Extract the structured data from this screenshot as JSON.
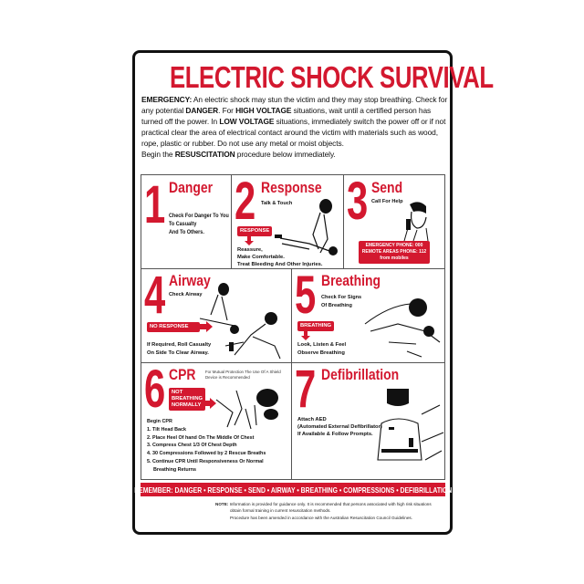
{
  "title": "ELECTRIC SHOCK SURVIVAL",
  "intro": {
    "parts": [
      {
        "text": "EMERGENCY:",
        "bold": true
      },
      {
        "text": " An electric shock may stun the victim and they may stop breathing. Check for any potential ",
        "bold": false
      },
      {
        "text": "DANGER",
        "bold": true
      },
      {
        "text": ". For ",
        "bold": false
      },
      {
        "text": "HIGH VOLTAGE",
        "bold": true
      },
      {
        "text": " situations, wait until a certified person has turned off the power. In ",
        "bold": false
      },
      {
        "text": "LOW VOLTAGE",
        "bold": true
      },
      {
        "text": " situations, immediately switch the power off or if not practical clear the area of electrical contact around the victim with materials such as wood, rope, plastic or rubber. Do not use any metal or moist objects.",
        "bold": false
      },
      {
        "text": "Begin the ",
        "bold": false,
        "newline": true
      },
      {
        "text": "RESUSCITATION",
        "bold": true
      },
      {
        "text": " procedure below immediately.",
        "bold": false
      }
    ]
  },
  "steps": {
    "s1": {
      "num": "1",
      "title": "Danger",
      "lines": [
        "Check For Danger To You",
        "To Casualty",
        "And To Others."
      ]
    },
    "s2": {
      "num": "2",
      "title": "Response",
      "sub": "Talk & Touch",
      "tag": "RESPONSE",
      "lines": [
        "Reassure,",
        "Make Comfortable.",
        "Treat Bleeding And Other Injuries."
      ]
    },
    "s3": {
      "num": "3",
      "title": "Send",
      "sub": "Call For Help",
      "phone": [
        "EMERGENCY PHONE: 000",
        "REMOTE AREAS PHONE: 112",
        "from mobiles"
      ]
    },
    "s4": {
      "num": "4",
      "title": "Airway",
      "sub": "Check Airway",
      "tag": "NO RESPONSE",
      "lines": [
        "If Required, Roll Casualty",
        "On Side To Clear Airway."
      ]
    },
    "s5": {
      "num": "5",
      "title": "Breathing",
      "sub": [
        "Check For Signs",
        "Of Breathing"
      ],
      "tag": "BREATHING",
      "lines": [
        "Look, Listen & Feel",
        "Observe Breathing"
      ]
    },
    "s6": {
      "num": "6",
      "title": "CPR",
      "shield": [
        "For Mutual Protection The Use Of A Shield",
        "Device is Recommended"
      ],
      "tag": [
        "NOT",
        "BREATHING",
        "NORMALLY"
      ],
      "begin": "Begin CPR",
      "lines": [
        "1. Tilt Head Back",
        "2. Place Heel Of hand On The Middle Of Chest",
        "3. Compress Chest 1/3 Of Chest Depth",
        "4. 30 Compressions Followed by 2 Rescue Breaths",
        "5. Continue CPR Until Responsiveness Or Normal",
        "Breathing Returns"
      ]
    },
    "s7": {
      "num": "7",
      "title": "Defibrillation",
      "lines": [
        "Attach AED",
        "(Automated External Defibrillator)",
        "If Available & Follow Prompts."
      ]
    }
  },
  "banner": "REMEMBER: DANGER • RESPONSE • SEND • AIRWAY • BREATHING • COMPRESSIONS • DEFIBRILLATION",
  "note": {
    "label": "NOTE:",
    "line1": "Information is provided for guidance only. It is recommended that persons associated with high risk situations",
    "line2": "obtain formal training in current resuscitation methods.",
    "line3": "Procedure has been amended in accordance with the Australian Resuscitation Council Guidelines."
  },
  "colors": {
    "accent": "#d3182f",
    "border": "#111111"
  }
}
